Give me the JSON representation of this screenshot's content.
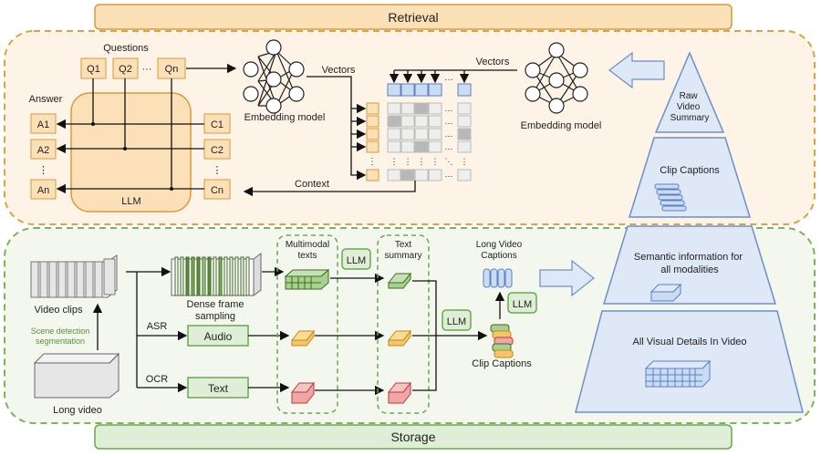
{
  "sections": {
    "retrieval_title": "Retrieval",
    "storage_title": "Storage"
  },
  "retrieval": {
    "questions_label": "Questions",
    "questions": [
      "Q1",
      "Q2",
      "Qn"
    ],
    "dots": "···",
    "vdots": "⋮",
    "answer_label": "Answer",
    "answers": [
      "A1",
      "A2",
      "An"
    ],
    "captions": [
      "C1",
      "C2",
      "Cn"
    ],
    "llm_label": "LLM",
    "embedding_model_left": "Embedding model",
    "embedding_model_right": "Embedding model",
    "vectors_left": "Vectors",
    "vectors_right": "Vectors",
    "context_label": "Context"
  },
  "pyramid": {
    "levels": [
      "Raw\nVideo\nSummary",
      "Clip Captions",
      "Semantic information for\nall modalities",
      "All Visual Details In Video"
    ]
  },
  "storage": {
    "video_clips": "Video clips",
    "scene_detection": "Scene detection\nsegmentation",
    "long_video": "Long video",
    "dense_frame_sampling": "Dense frame\nsampling",
    "asr": "ASR",
    "ocr": "OCR",
    "audio": "Audio",
    "text": "Text",
    "multimodal_texts": "Multimodal\ntexts",
    "text_summary": "Text\nsummary",
    "llm": "LLM",
    "long_video_captions": "Long Video\nCaptions",
    "clip_captions": "Clip Captions"
  },
  "colors": {
    "retrieval_fill": "#fdf3e7",
    "retrieval_border": "#d9a441",
    "storage_fill": "#f3f7ee",
    "storage_border": "#7cb45a",
    "orange_box": "#fbe0b8",
    "orange_border": "#d99a3a",
    "green_box": "#dfeed6",
    "green_border": "#6aa84f",
    "pyramid_fill": "#dfe8f6",
    "pyramid_border": "#6d8fc9",
    "blue_box": "#c9dcf3",
    "blue_border": "#5b7fc0"
  },
  "icons": {
    "neural_net": "neural-network-icon",
    "arrow": "hollow-arrow-icon"
  }
}
